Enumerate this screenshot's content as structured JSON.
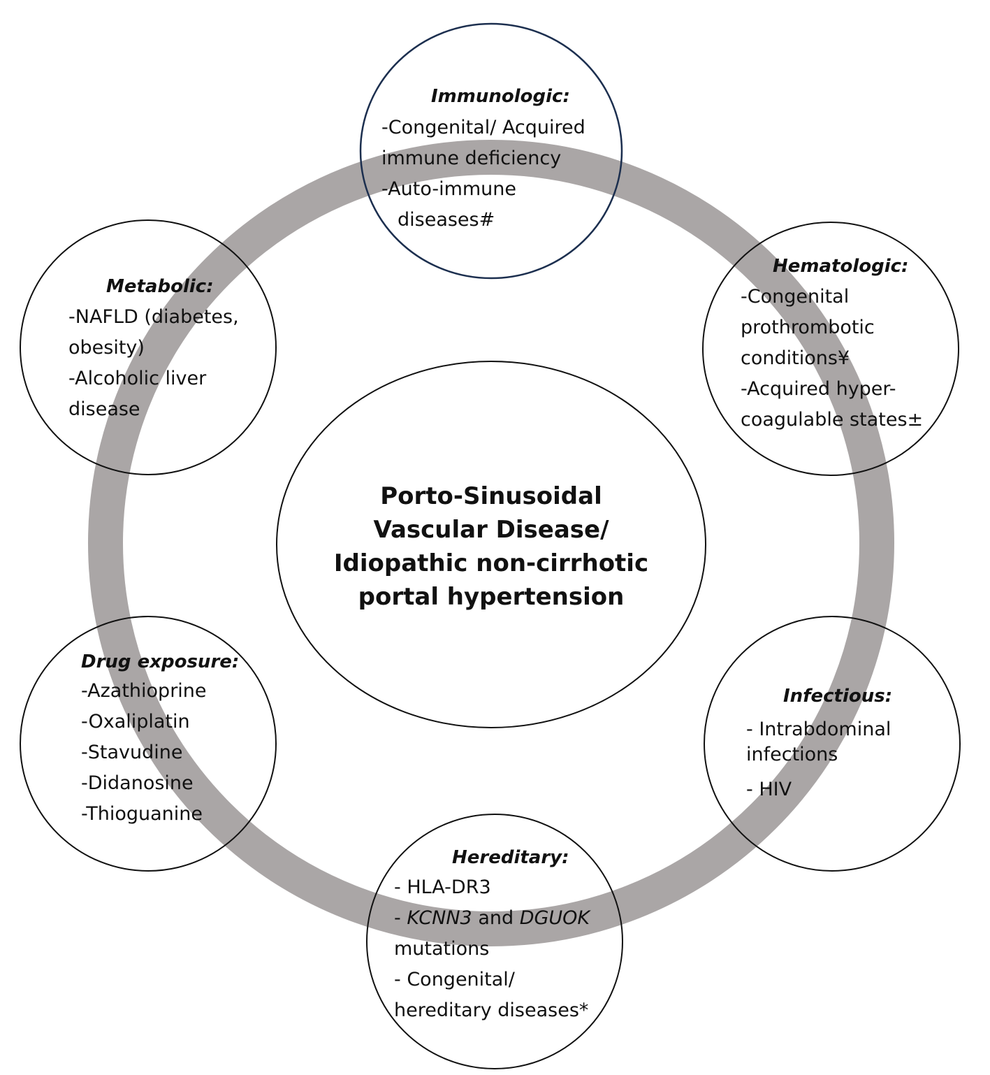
{
  "center": {
    "title_lines": [
      "Porto-Sinusoidal",
      "Vascular Disease/",
      "Idiopathic non-cirrhotic",
      "portal hypertension"
    ]
  },
  "categories": {
    "immunologic": {
      "title": "Immunologic:",
      "lines": [
        "-Congenital/ Acquired",
        "immune deficiency",
        "-Auto-immune",
        "diseases#"
      ]
    },
    "hematologic": {
      "title": "Hematologic:",
      "lines": [
        "-Congenital",
        "prothrombotic",
        "conditions¥",
        "-Acquired hyper-",
        "coagulable states±"
      ]
    },
    "infectious": {
      "title": "Infectious:",
      "lines": [
        "- Intrabdominal",
        "infections",
        "- HIV"
      ]
    },
    "hereditary": {
      "title": "Hereditary:",
      "line1": "- HLA-DR3",
      "line2_prefix": "- ",
      "gene1": "KCNN3",
      "and": " and ",
      "gene2": "DGUOK",
      "line3": "mutations",
      "line4": "- Congenital/",
      "line5": "hereditary diseases*"
    },
    "drug": {
      "title": "Drug exposure:",
      "lines": [
        "-Azathioprine",
        "-Oxaliplatin",
        "-Stavudine",
        "-Didanosine",
        "-Thioguanine"
      ]
    },
    "metabolic": {
      "title": "Metabolic:",
      "lines": [
        "-NAFLD (diabetes,",
        "obesity)",
        "-Alcoholic liver",
        "disease"
      ]
    }
  },
  "colors": {
    "ring": "#aaa6a6",
    "circle_stroke": "#111111",
    "immunologic_stroke": "#1c2f4f",
    "text": "#111111"
  }
}
